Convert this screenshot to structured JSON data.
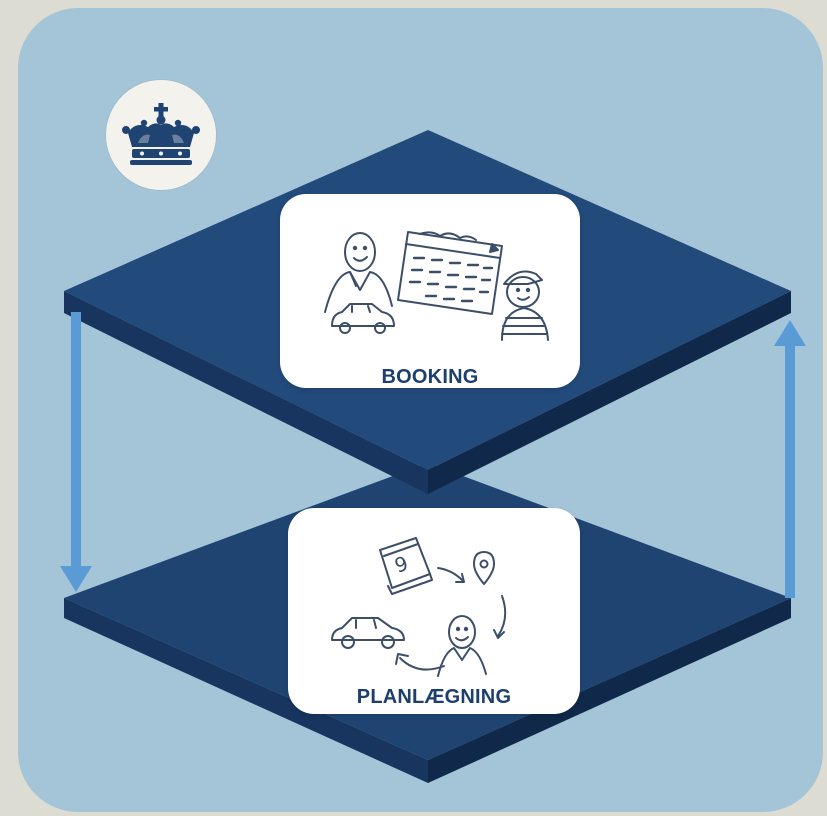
{
  "colors": {
    "background": "#dcdcd2",
    "panel": "#a4c5d8",
    "plate_top": "#1f4472",
    "plate_side": "#142f54",
    "arrow": "#5b9bd5",
    "label": "#1d3f6e",
    "sketch": "#3d4f68"
  },
  "logo": {
    "icon": "crown-icon"
  },
  "layers": [
    {
      "id": "booking",
      "label": "BOOKING",
      "icon": "booking-illustration"
    },
    {
      "id": "planning",
      "label": "PLANLÆGNING",
      "icon": "planning-cycle-illustration"
    }
  ],
  "arrows": [
    {
      "direction": "down",
      "icon": "arrow-down-icon"
    },
    {
      "direction": "up",
      "icon": "arrow-up-icon"
    }
  ]
}
